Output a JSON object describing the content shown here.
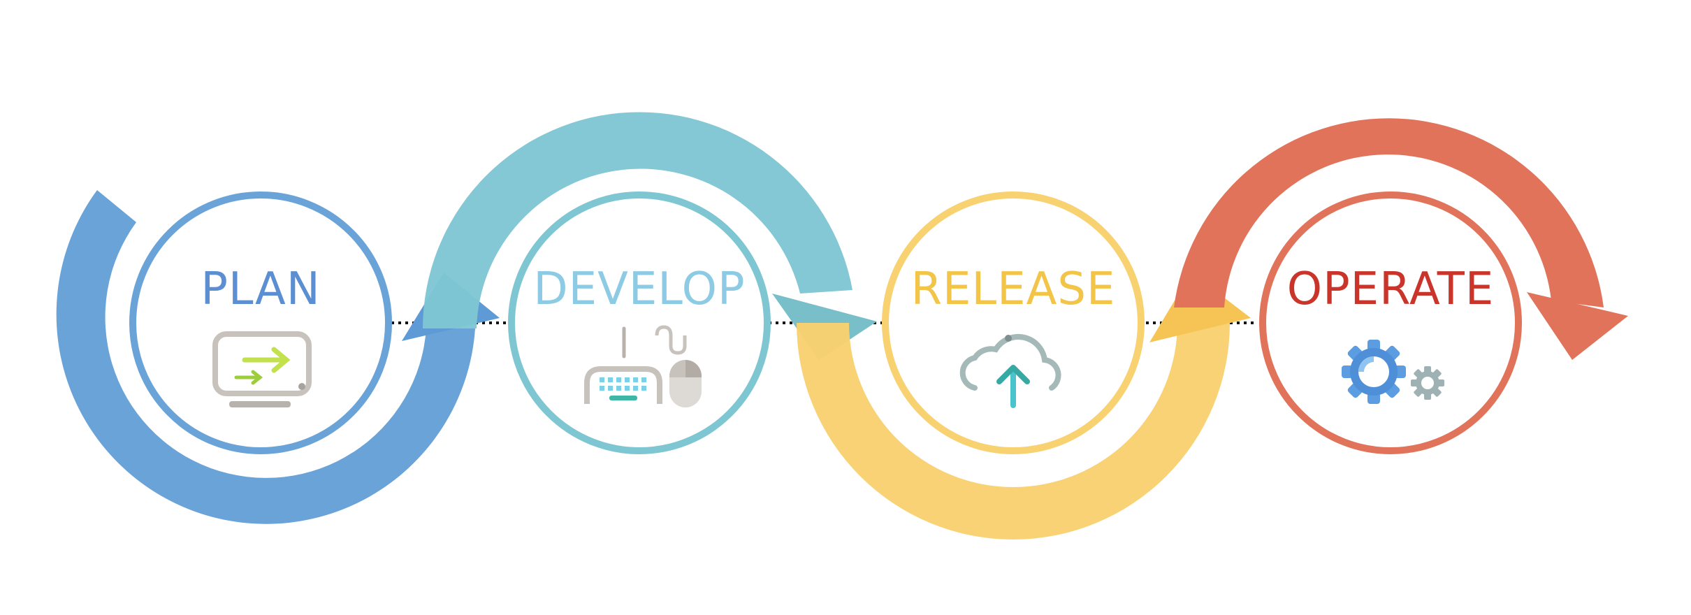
{
  "diagram": {
    "stages": [
      {
        "id": "plan",
        "label": "PLAN",
        "color": "#6aa3d8",
        "icon": "monitor-arrow-icon"
      },
      {
        "id": "develop",
        "label": "DEVELOP",
        "color": "#7fc6d3",
        "icon": "keyboard-mouse-icon"
      },
      {
        "id": "release",
        "label": "RELEASE",
        "color": "#f8d170",
        "icon": "cloud-upload-icon"
      },
      {
        "id": "operate",
        "label": "OPERATE",
        "color": "#e1735a",
        "icon": "gears-icon"
      }
    ],
    "label_colors": {
      "plan": "#5b8fd2",
      "develop": "#8ccbe3",
      "release": "#f2c447",
      "operate": "#c9352b"
    }
  }
}
